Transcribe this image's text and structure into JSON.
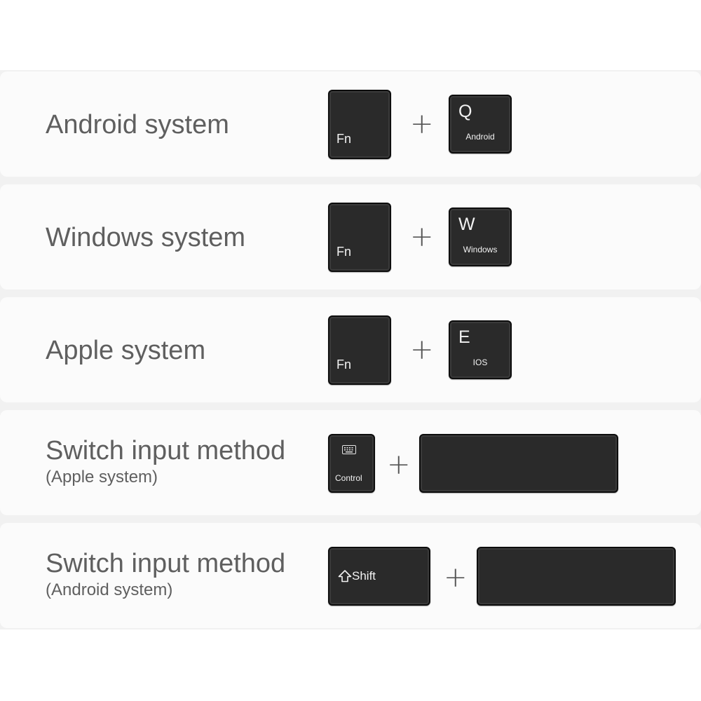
{
  "rows": [
    {
      "label": "Android system",
      "fn_key": "Fn",
      "plus": "+",
      "letter_key": {
        "letter": "Q",
        "caption": "Android"
      }
    },
    {
      "label": "Windows system",
      "fn_key": "Fn",
      "plus": "+",
      "letter_key": {
        "letter": "W",
        "caption": "Windows"
      }
    },
    {
      "label": "Apple system",
      "fn_key": "Fn",
      "plus": "+",
      "letter_key": {
        "letter": "E",
        "caption": "IOS"
      }
    },
    {
      "label": "Switch input method",
      "sublabel": "(Apple system)",
      "modifier_key": {
        "label": "Control",
        "icon": "keyboard-icon"
      },
      "plus": "+",
      "second_key": "spacebar"
    },
    {
      "label": "Switch input method",
      "sublabel": "(Android system)",
      "modifier_key": {
        "label": "Shift",
        "icon": "shift-arrow-icon"
      },
      "plus": "+",
      "second_key": "spacebar"
    }
  ],
  "colors": {
    "key_fill": "#2a2a2a",
    "key_text": "#f2f2f2",
    "label_text": "#5f5f5f",
    "row_bg": "#fbfbfb",
    "page_bg": "#f1f1f1"
  }
}
